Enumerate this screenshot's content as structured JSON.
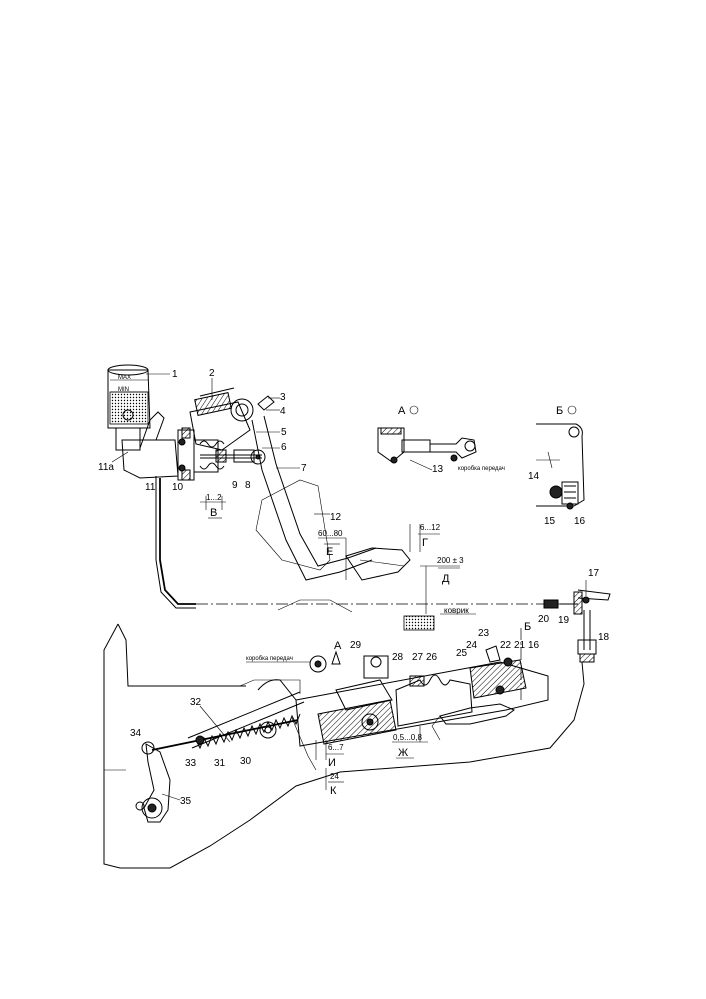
{
  "callouts": {
    "c1": "1",
    "c2": "2",
    "c3": "3",
    "c4": "4",
    "c5": "5",
    "c6": "6",
    "c7": "7",
    "c8": "8",
    "c9": "9",
    "c10": "10",
    "c11": "11",
    "c11a": "11а",
    "c12": "12",
    "c13": "13",
    "c14": "14",
    "c15": "15",
    "c16": "16",
    "c16b": "16",
    "c17": "17",
    "c18": "18",
    "c19": "19",
    "c20": "20",
    "c21": "21",
    "c22": "22",
    "c23": "23",
    "c24": "24",
    "c24b": "24",
    "c25": "25",
    "c26": "26",
    "c27": "27",
    "c28": "28",
    "c29": "29",
    "c30": "30",
    "c31": "31",
    "c32": "32",
    "c33": "33",
    "c34": "34",
    "c35": "35"
  },
  "views": {
    "a_top": "А",
    "b_top": "Б",
    "a_bottom": "А",
    "b_bottom": "Б",
    "v": "В",
    "g": "Г",
    "d": "Д",
    "e": "Е",
    "zh": "Ж",
    "i": "И",
    "k": "К"
  },
  "dimensions": {
    "d_v": "1...2",
    "d_e": "60...80",
    "d_g": "6...12",
    "d_d": "200 ± 3",
    "d_zh": "0,5...0,8",
    "d_i": "6...7"
  },
  "labels": {
    "kovrik": "коврик",
    "korobka_detail": "коробка передач",
    "korobka_main": "коробка передач",
    "reservoir_max": "MAX",
    "reservoir_min": "MIN"
  }
}
